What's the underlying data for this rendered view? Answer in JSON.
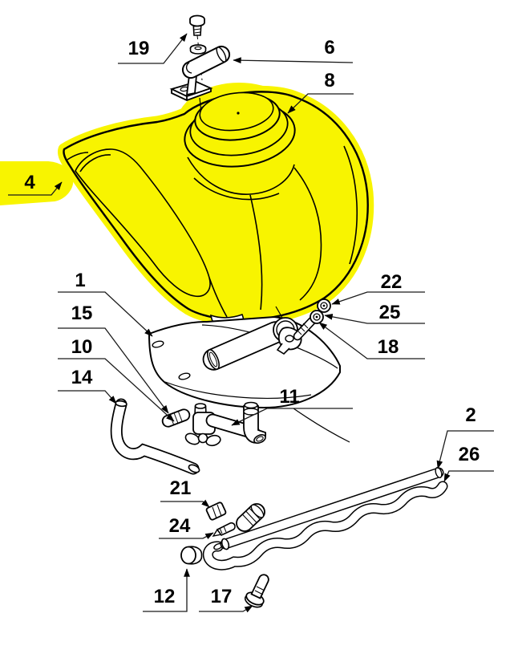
{
  "diagram": {
    "type": "exploded-parts-diagram",
    "background": "#ffffff",
    "line_color": "#000000",
    "leader_color": "#1a1a1a",
    "highlight_color": "#f8f400",
    "callouts": [
      {
        "text": "19"
      },
      {
        "text": "6"
      },
      {
        "text": "8"
      },
      {
        "text": "4"
      },
      {
        "text": "1"
      },
      {
        "text": "15"
      },
      {
        "text": "10"
      },
      {
        "text": "14"
      },
      {
        "text": "22"
      },
      {
        "text": "25"
      },
      {
        "text": "18"
      },
      {
        "text": "11"
      },
      {
        "text": "2"
      },
      {
        "text": "26"
      },
      {
        "text": "21"
      },
      {
        "text": "24"
      },
      {
        "text": "12"
      },
      {
        "text": "17"
      }
    ]
  }
}
